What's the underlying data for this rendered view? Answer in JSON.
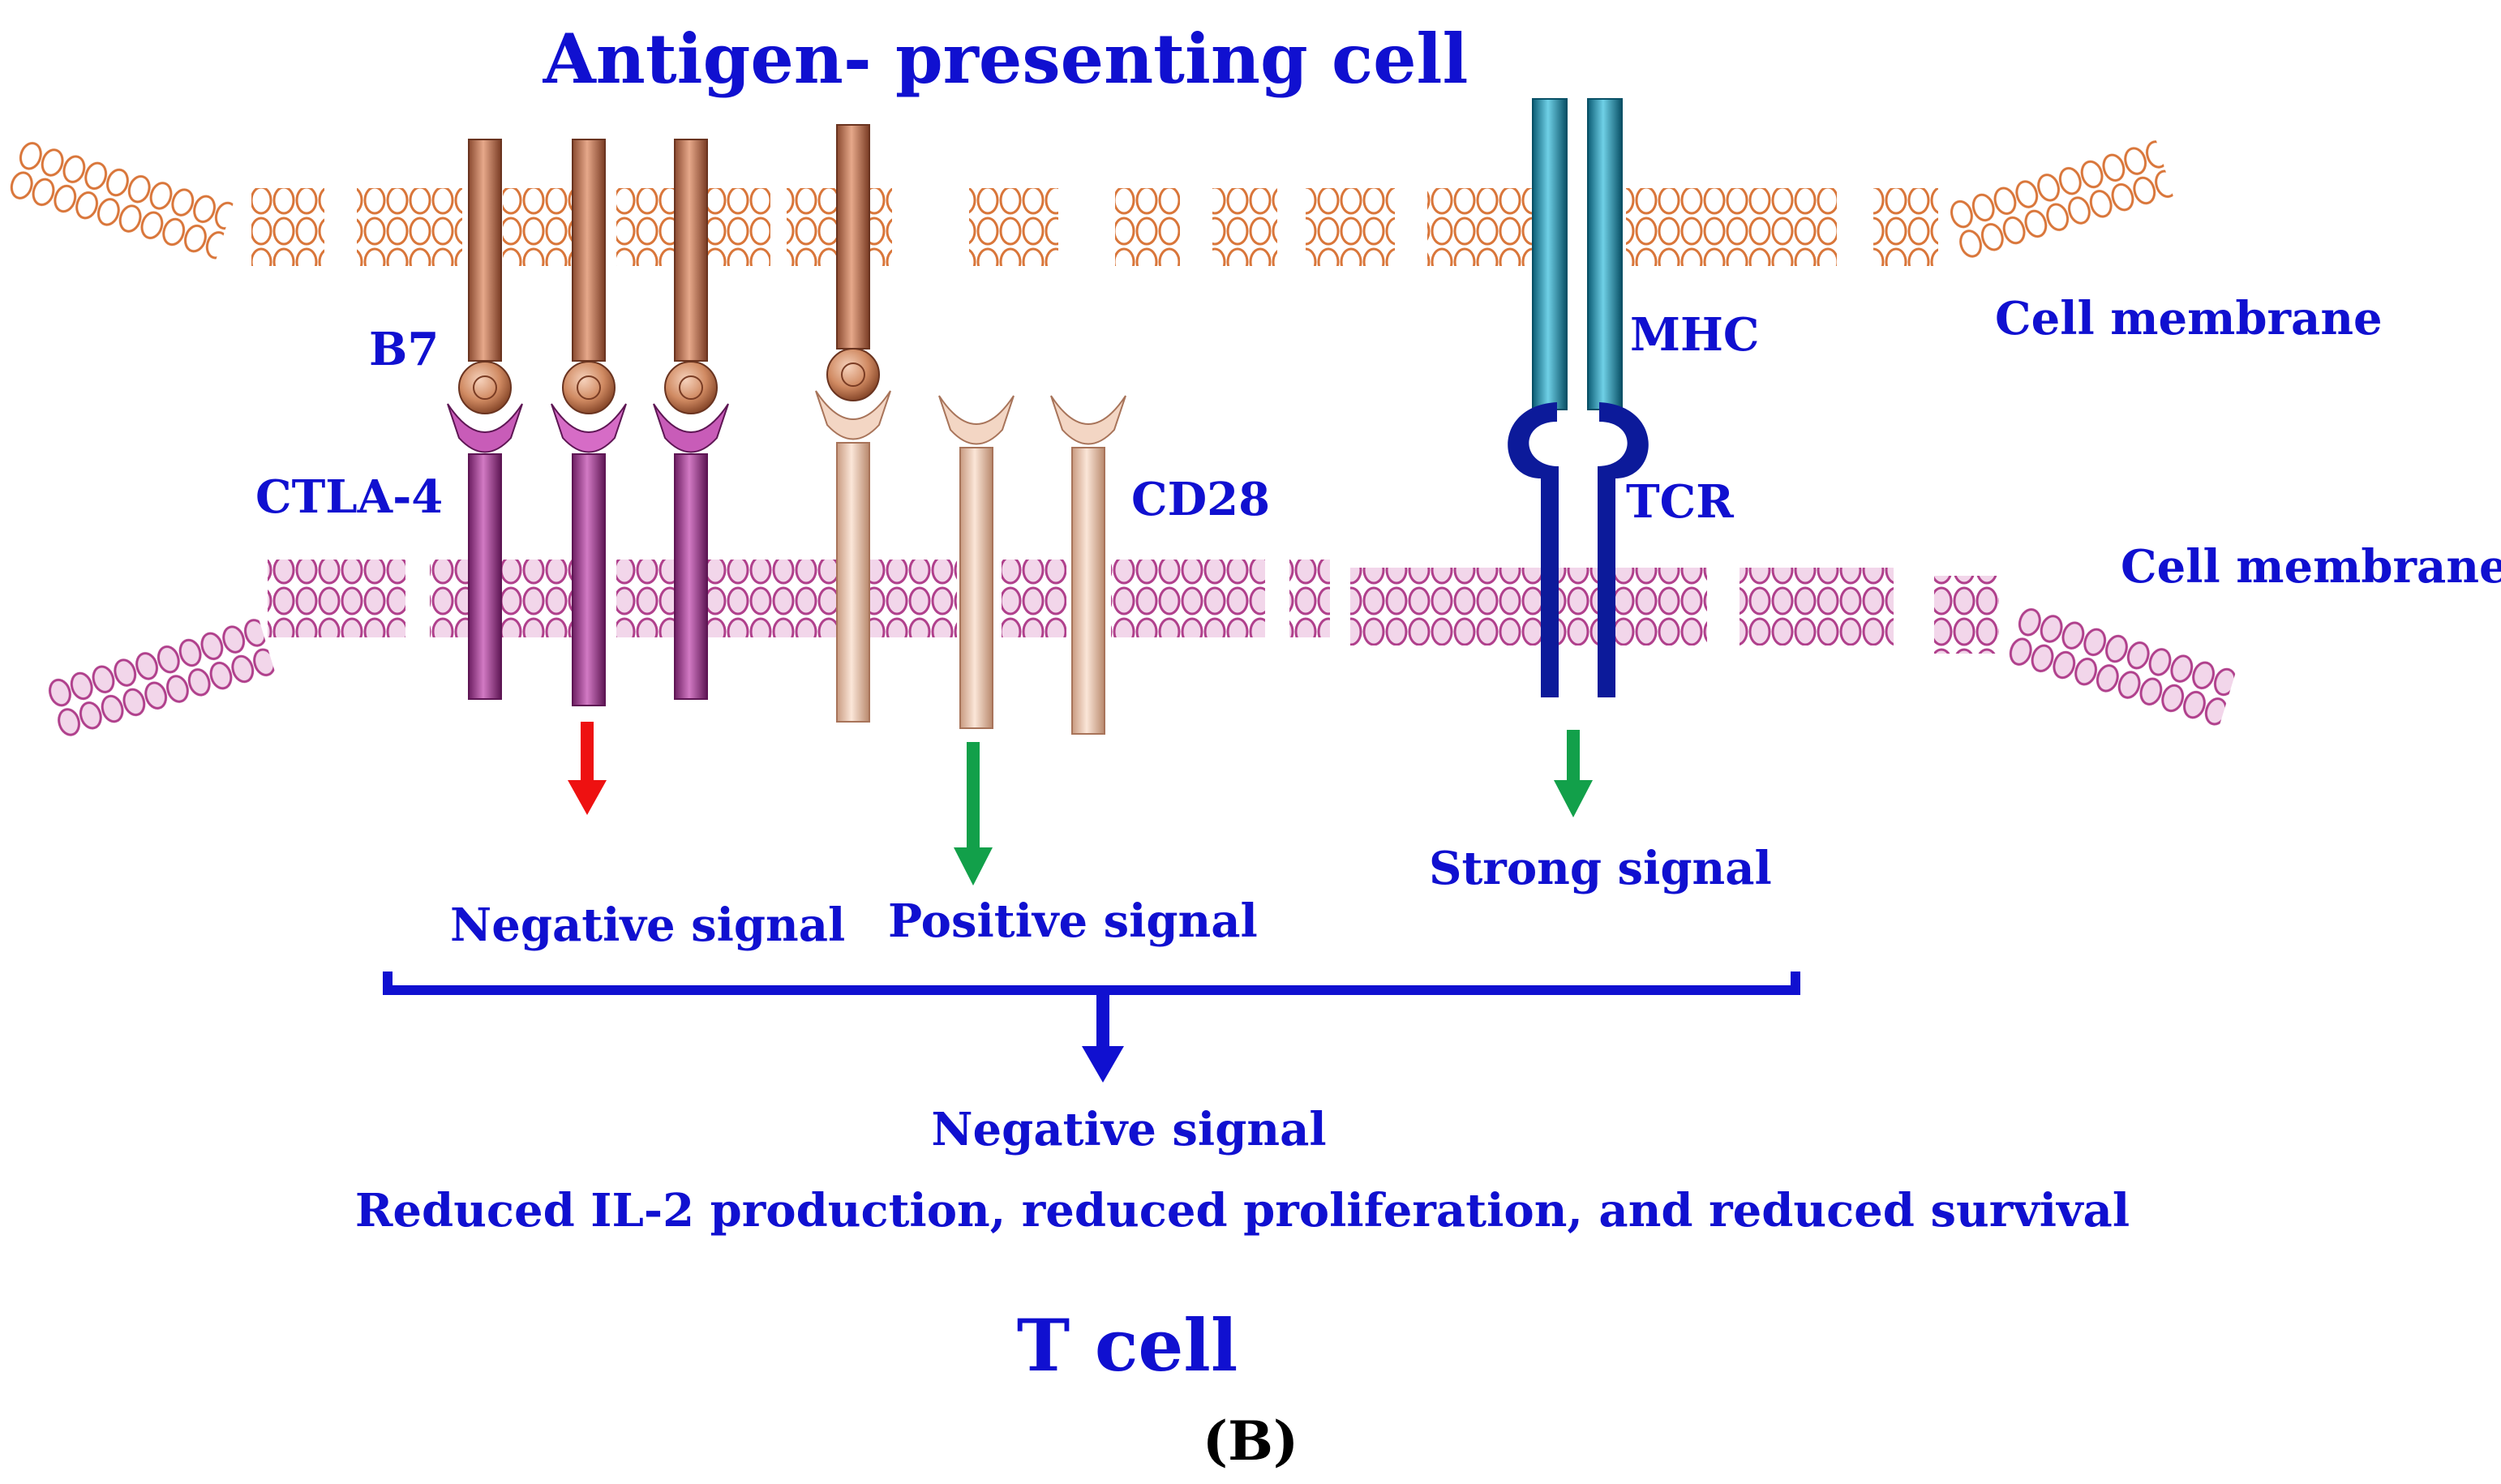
{
  "title": "Antigen- presenting cell",
  "top_membrane_label": "Cell membrane",
  "bottom_membrane_label": "Cell membrane",
  "labels": {
    "b7": "B7",
    "ctla4": "CTLA-4",
    "cd28": "CD28",
    "mhc": "MHC",
    "tcr": "TCR"
  },
  "signals": {
    "negative": "Negative signal",
    "positive": "Positive signal",
    "strong": "Strong signal"
  },
  "outcome": {
    "signal": "Negative signal",
    "effects": "Reduced IL-2 production, reduced proliferation,  and reduced survival"
  },
  "bottom_cell_label": "T cell",
  "panel_label": "(B)",
  "colors": {
    "text": "#1010d0",
    "apc_membrane": "#d9763a",
    "tcell_membrane": "#b0408c",
    "b7_receptor": "#c98768",
    "ctla4_receptor": "#a94498",
    "cd28_receptor": "#ecc8b2",
    "mhc_receptor": "#1a9ab8",
    "tcr_receptor": "#0c1a9a",
    "negative_arrow": "#ee1111",
    "positive_arrow": "#12a04a",
    "outcome_arrow": "#1010d0"
  }
}
